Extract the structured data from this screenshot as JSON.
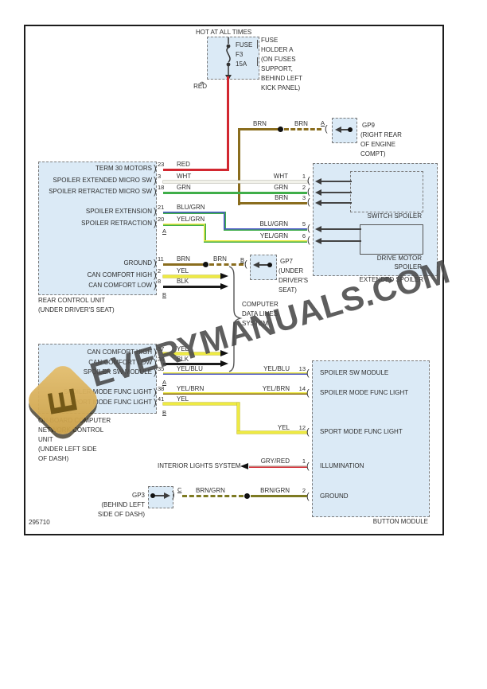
{
  "page": {
    "number": "295710"
  },
  "watermark": {
    "text": "EVERYMANUALS.COM",
    "logo_letter": "E"
  },
  "power": {
    "hot_label": "HOT AT ALL TIMES",
    "fuse": {
      "name": "FUSE",
      "id": "F3",
      "rating": "15A",
      "pin": "6",
      "wire": "RED"
    },
    "holder_lines": [
      "FUSE",
      "HOLDER A",
      "(ON FUSES",
      "SUPPORT,",
      "BEHIND LEFT",
      "KICK PANEL)"
    ]
  },
  "wires": {
    "red": "RED",
    "wht": "WHT",
    "grn": "GRN",
    "brn": "BRN",
    "blu_grn": "BLU/GRN",
    "yel_grn": "YEL/GRN",
    "yel": "YEL",
    "blk": "BLK",
    "yel_blu": "YEL/BLU",
    "yel_brn": "YEL/BRN",
    "gry_red": "GRY/RED",
    "brn_grn": "BRN/GRN"
  },
  "colors": {
    "red": "#d22730",
    "white": "#f2f2ea",
    "green": "#3fae49",
    "brown": "#8a6d1e",
    "blue": "#4953c8",
    "yellow": "#eeea43",
    "black": "#1a1a1a",
    "olive": "#7d7a22",
    "gray_red": "#d9827d",
    "box_fill": "#dbeaf6",
    "watermark_gray": "#484848",
    "logo_tan": "#d4ab56"
  },
  "grounds": {
    "gp9": {
      "id": "GP9",
      "connector": "A",
      "wire": "BRN",
      "lines": [
        "(RIGHT REAR",
        "OF ENGINE",
        "COMPT)"
      ]
    },
    "gp7": {
      "id": "GP7",
      "connector": "B",
      "wire": "BRN",
      "lines": [
        "(UNDER",
        "DRIVER'S",
        "SEAT)"
      ]
    },
    "gp3": {
      "id": "GP3",
      "connector": "C",
      "wire": "BRN/GRN",
      "lines": [
        "(BEHIND LEFT",
        "SIDE OF DASH)"
      ]
    }
  },
  "rear_control_unit": {
    "caption": [
      "REAR CONTROL UNIT",
      "(UNDER DRIVER'S SEAT)"
    ],
    "pins": [
      {
        "num": "23",
        "label": "TERM 30 MOTORS",
        "wire": "RED"
      },
      {
        "num": "3",
        "label": "SPOILER EXTENDED MICRO SW",
        "wire": "WHT"
      },
      {
        "num": "18",
        "label": "SPOILER RETRACTED MICRO SW",
        "wire": "GRN"
      },
      {
        "num": "21",
        "label": "SPOILER EXTENSION",
        "wire": "BLU/GRN"
      },
      {
        "num": "20",
        "label": "SPOILER RETRACTION",
        "wire": "YEL/GRN",
        "conn": "A"
      },
      {
        "num": "11",
        "label": "GROUND",
        "wire": "BRN"
      },
      {
        "num": "2",
        "label": "CAN COMFORT HIGH",
        "wire": "YEL"
      },
      {
        "num": "8",
        "label": "CAN COMFORT LOW",
        "wire": "BLK",
        "conn": "B"
      }
    ]
  },
  "extended_spoiler": {
    "caption": "EXTENDED SPOILER",
    "switch": {
      "caption": "SWITCH SPOILER",
      "pins": [
        {
          "num": "1",
          "wire": "WHT"
        },
        {
          "num": "2",
          "wire": "GRN"
        },
        {
          "num": "3",
          "wire": "BRN"
        }
      ]
    },
    "motor": {
      "caption": [
        "DRIVE MOTOR",
        "SPOILER"
      ],
      "pins": [
        {
          "num": "5",
          "wire": "BLU/GRN"
        },
        {
          "num": "6",
          "wire": "YEL/GRN"
        }
      ]
    }
  },
  "onboard_computer": {
    "caption": [
      "ON-BOARD COMPUTER",
      "NETWORK CONTROL",
      "UNIT",
      "(UNDER LEFT SIDE",
      "OF DASH)"
    ],
    "pins": [
      {
        "num": "37",
        "label": "CAN COMFORT HIGH",
        "wire": "YEL"
      },
      {
        "num": "36",
        "label": "CAN COMFORT LOW",
        "wire": "BLK"
      },
      {
        "num": "35",
        "label": "SPOILER SW MODULE",
        "wire": "YEL/BLU",
        "conn": "A"
      },
      {
        "num": "38",
        "label": "SPOILER MODE FUNC LIGHT",
        "wire": "YEL/BRN"
      },
      {
        "num": "41",
        "label": "SPORT MODE FUNC LIGHT",
        "wire": "YEL",
        "conn": "B"
      }
    ]
  },
  "button_module": {
    "caption": "BUTTON MODULE",
    "pins": [
      {
        "num": "13",
        "label": "SPOILER SW MODULE",
        "wire": "YEL/BLU"
      },
      {
        "num": "14",
        "label": "SPOILER MODE FUNC LIGHT",
        "wire": "YEL/BRN"
      },
      {
        "num": "12",
        "label": "SPORT MODE FUNC LIGHT",
        "wire": "YEL"
      },
      {
        "num": "1",
        "label": "ILLUMINATION",
        "wire": "GRY/RED"
      },
      {
        "num": "2",
        "label": "GROUND",
        "wire": "BRN/GRN"
      }
    ]
  },
  "systems": {
    "computer_data_lines": [
      "COMPUTER",
      "DATA LINES",
      "SYSTEM"
    ],
    "interior_lights": "INTERIOR LIGHTS SYSTEM"
  }
}
